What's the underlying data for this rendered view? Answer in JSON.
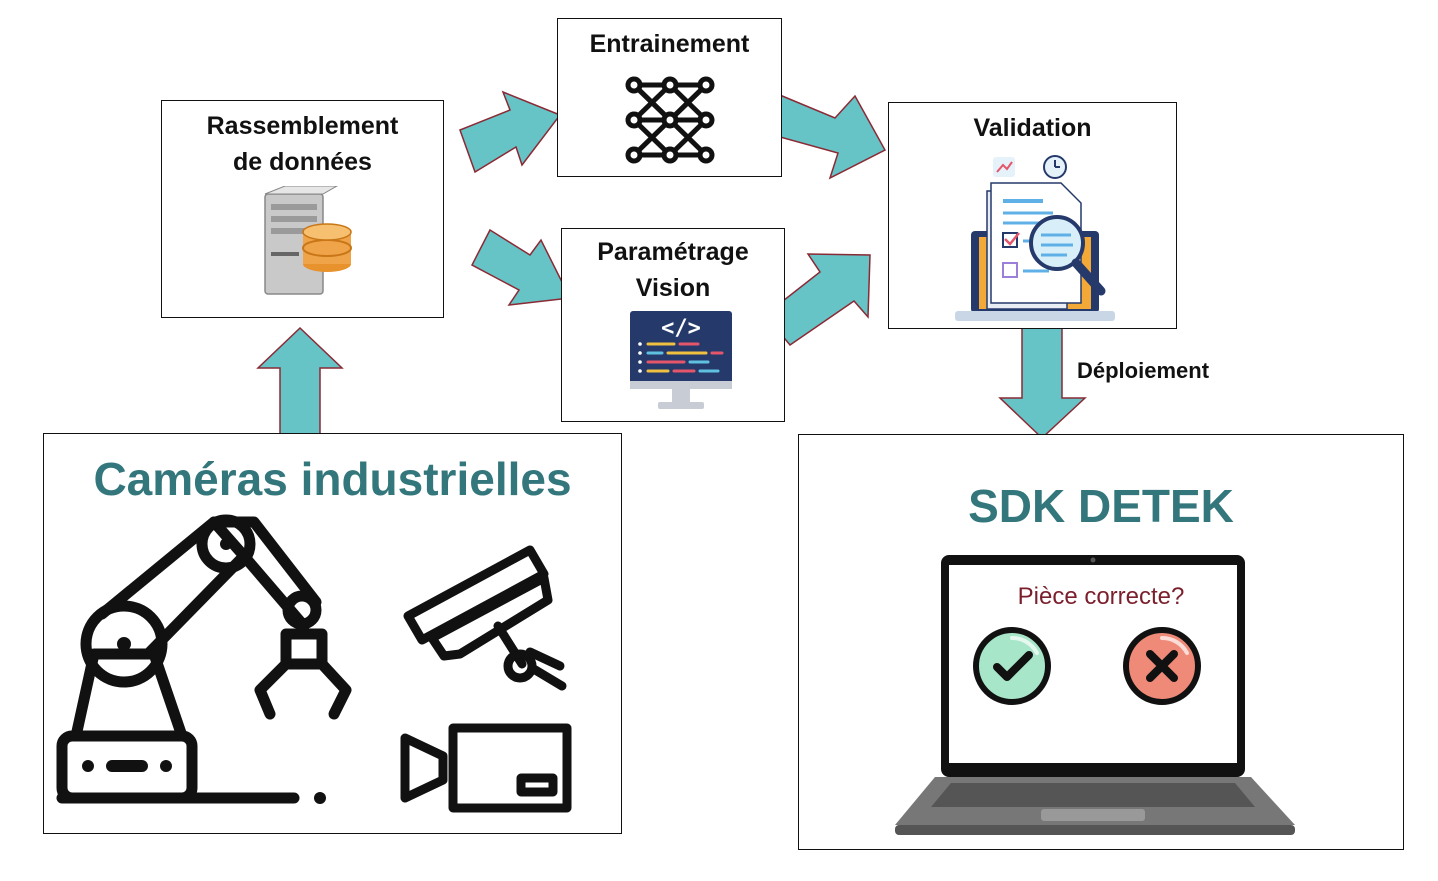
{
  "nodes": {
    "collect": {
      "title_line1": "Rassemblement",
      "title_line2": "de données",
      "icon": "server-database-icon"
    },
    "training": {
      "title": "Entrainement",
      "icon": "neural-network-icon"
    },
    "vision": {
      "title_line1": "Paramétrage",
      "title_line2": "Vision",
      "icon": "code-monitor-icon"
    },
    "validation": {
      "title": "Validation",
      "icon": "document-inspection-icon"
    },
    "cameras": {
      "title": "Caméras industrielles",
      "icons": [
        "robot-arm-icon",
        "security-camera-icon",
        "video-camera-icon"
      ]
    },
    "sdk": {
      "title": "SDK DETEK",
      "screen_question": "Pièce correcte?",
      "icons": [
        "laptop-icon",
        "check-icon",
        "cross-icon"
      ]
    }
  },
  "edges": {
    "deploy_label": "Déploiement"
  },
  "colors": {
    "arrow_fill": "#66c3c6",
    "arrow_stroke": "#8a2a35",
    "title_teal": "#33777c",
    "question_color": "#7a1f2b",
    "check_fill": "#a8e6c9",
    "cross_fill": "#f08a78"
  }
}
